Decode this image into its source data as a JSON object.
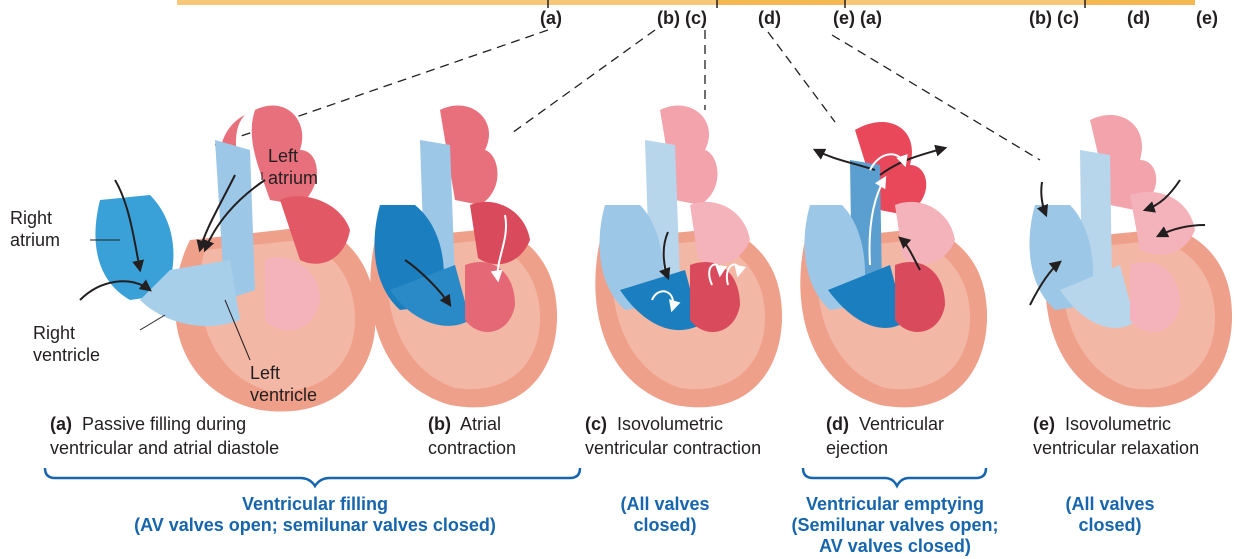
{
  "timeline": {
    "ticks_row1": [
      "(a)",
      "(b) (c)",
      "(d)",
      "(e) (a)"
    ],
    "ticks_row2": [
      "(b) (c)",
      "(d)",
      "(e)"
    ]
  },
  "labels": {
    "left_atrium": "Left atrium",
    "right_atrium": "Right atrium",
    "right_ventricle": "Right ventricle",
    "left_ventricle": "Left ventricle"
  },
  "panels": [
    {
      "letter": "(a)",
      "text_line1": "Passive filling during",
      "text_line2": "ventricular and atrial diastole"
    },
    {
      "letter": "(b)",
      "text_line1": "Atrial",
      "text_line2": "contraction"
    },
    {
      "letter": "(c)",
      "text_line1": "Isovolumetric",
      "text_line2": "ventricular contraction"
    },
    {
      "letter": "(d)",
      "text_line1": "Ventricular",
      "text_line2": "ejection"
    },
    {
      "letter": "(e)",
      "text_line1": "Isovolumetric",
      "text_line2": "ventricular relaxation"
    }
  ],
  "phases": {
    "filling": {
      "line1": "Ventricular filling",
      "line2": "(AV valves open; semilunar valves closed)"
    },
    "all_closed_1": {
      "line1": "(All valves",
      "line2": "closed)"
    },
    "emptying": {
      "line1": "Ventricular emptying",
      "line2": "(Semilunar valves open;",
      "line3": "AV valves closed)"
    },
    "all_closed_2": {
      "line1": "(All valves",
      "line2": "closed)"
    }
  },
  "colors": {
    "timebar": "#f7c87a",
    "timebar_dark": "#f5b850",
    "brace": "#1665ad",
    "phase_text": "#1665ad",
    "deoxygenated": "#2a86c3",
    "oxygenated": "#d94a5c",
    "muscle": "#efa08a"
  }
}
